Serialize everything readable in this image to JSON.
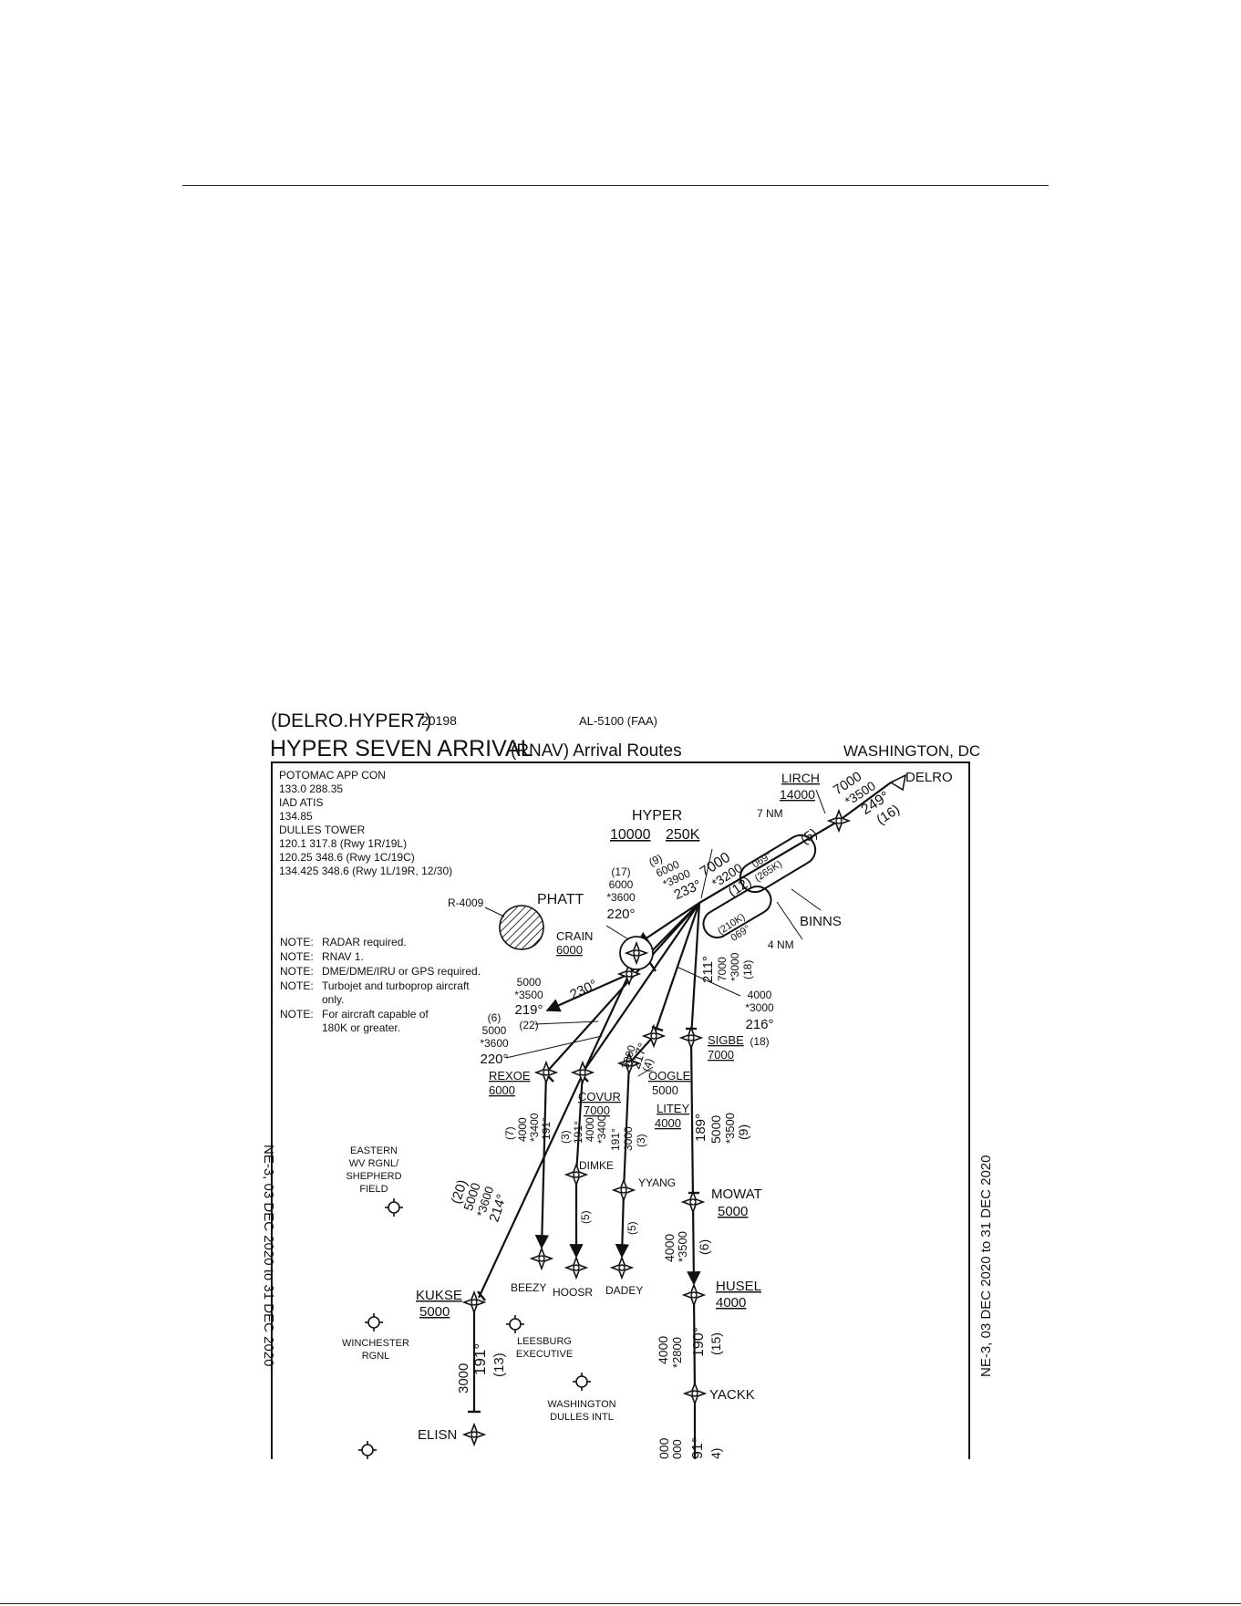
{
  "header": {
    "computer_code": "(DELRO.HYPER7)",
    "cycle": "20198",
    "chart_id": "AL-5100 (FAA)",
    "title": "HYPER SEVEN ARRIVAL",
    "subtitle": "(RNAV) Arrival Routes",
    "city": "WASHINGTON, DC"
  },
  "comms": [
    "POTOMAC APP CON",
    "133.0  288.35",
    "IAD ATIS",
    "134.85",
    "DULLES TOWER",
    "120.1  317.8  (Rwy 1R/19L)",
    "120.25  348.6  (Rwy 1C/19C)",
    "134.425  348.6  (Rwy 1L/19R, 12/30)"
  ],
  "notes": {
    "prefix": "NOTE:",
    "items": [
      "RADAR required.",
      "RNAV 1.",
      "DME/DME/IRU or GPS required.",
      "Turbojet and turboprop aircraft",
      "only.",
      "For aircraft capable of",
      "180K or greater."
    ]
  },
  "side_labels": {
    "left": "NE-3,  03 DEC 2020  to  31 DEC 2020",
    "right": "NE-3,  03 DEC 2020  to  31 DEC 2020"
  },
  "restricted_area": "R-4009",
  "fixes": {
    "delro": "DELRO",
    "lirch": "LIRCH",
    "lirch_alt": "14000",
    "hyper": "HYPER",
    "hyper_alt": "10000",
    "hyper_spd": "250K",
    "binns": "BINNS",
    "phatt": "PHATT",
    "crain": "CRAIN",
    "crain_alt": "6000",
    "rexoe": "REXOE",
    "rexoe_alt": "6000",
    "covur": "COVUR",
    "covur_alt": "7000",
    "oogle": "OOGLE",
    "oogle_alt": "5000",
    "litey": "LITEY",
    "litey_alt": "4000",
    "sigbe": "SIGBE",
    "sigbe_alt": "7000",
    "dimke": "DIMKE",
    "yyang": "YYANG",
    "mowat": "MOWAT",
    "mowat_alt": "5000",
    "beezy": "BEEZY",
    "hoosr": "HOOSR",
    "dadey": "DADEY",
    "husel": "HUSEL",
    "husel_alt": "4000",
    "kukse": "KUKSE",
    "kukse_alt": "5000",
    "elisn": "ELISN",
    "yackk": "YACKK"
  },
  "airports": {
    "eastern_1": "EASTERN",
    "eastern_2": "WV RGNL/",
    "eastern_3": "SHEPHERD",
    "eastern_4": "FIELD",
    "winchester_1": "WINCHESTER",
    "winchester_2": "RGNL",
    "leesburg_1": "LEESBURG",
    "leesburg_2": "EXECUTIVE",
    "dulles_1": "WASHINGTON",
    "dulles_2": "DULLES INTL"
  },
  "legs": {
    "delro_mea": "7000",
    "delro_moca": "*3500",
    "delro_crs": "249°",
    "delro_dist": "(16)",
    "hold1_dist": "7 NM",
    "hold1_crs": "069°",
    "hold1_spd": "(265K)",
    "leg_lirch_binns": "(5)",
    "binns_mea": "7000",
    "binns_moca": "*3200",
    "binns_dist": "(12)",
    "hold2_spd": "(210K)",
    "hold2_crs": "069°",
    "hold2_dist": "4 NM",
    "phatt_dist": "(17)",
    "phatt_mea": "6000",
    "phatt_moca": "*3600",
    "phatt_crs": "220°",
    "crain_dist": "(9)",
    "crain_mea": "6000",
    "crain_moca": "*3900",
    "crain_crs": "233°",
    "leg230": "230°",
    "w_mea": "5000",
    "w_moca": "*3500",
    "w_crs": "219°",
    "w_dist": "(22)",
    "x_dist": "(6)",
    "x_mea": "5000",
    "x_moca": "*3600",
    "x_crs": "220°",
    "sigbe_crs": "211°",
    "sigbe_mea": "7000",
    "sigbe_moca": "*3000",
    "sigbe_dist": "(18)",
    "e_mea": "4000",
    "e_moca": "*3000",
    "e_crs": "216°",
    "e_dist": "(18)",
    "oogle_mea": "3000",
    "oogle_crs": "217°",
    "oogle_dist": "(4)",
    "rexoe_dist": "(7)",
    "rexoe_mea": "4000",
    "rexoe_moca": "*3400",
    "rexoe_crs": "191°",
    "covur_dist": "(3)",
    "covur_crs": "191°",
    "covur_mea": "4000",
    "covur_moca": "*3400",
    "litey_crs": "191°",
    "litey_mea": "3000",
    "litey_dist": "(3)",
    "sigbe_mowat_crs": "189°",
    "sigbe_mowat_mea": "5000",
    "sigbe_mowat_moca": "*3500",
    "sigbe_mowat_dist": "(9)",
    "dimke_dist": "(5)",
    "yyang_dist": "(5)",
    "mowat_mea": "4000",
    "mowat_moca": "*3500",
    "mowat_dist": "(6)",
    "kukse_dist": "(20)",
    "kukse_mea": "5000",
    "kukse_moca": "*3600",
    "kukse_crs": "214°",
    "elisn_mea": "3000",
    "elisn_crs": "191°",
    "elisn_dist": "(13)",
    "husel_mea": "4000",
    "husel_moca": "*2800",
    "husel_crs": "190°",
    "husel_dist": "(15)",
    "yackk_mea": "000",
    "yackk_moca": "000",
    "yackk_crs": "91°",
    "yackk_dist": "4)"
  }
}
